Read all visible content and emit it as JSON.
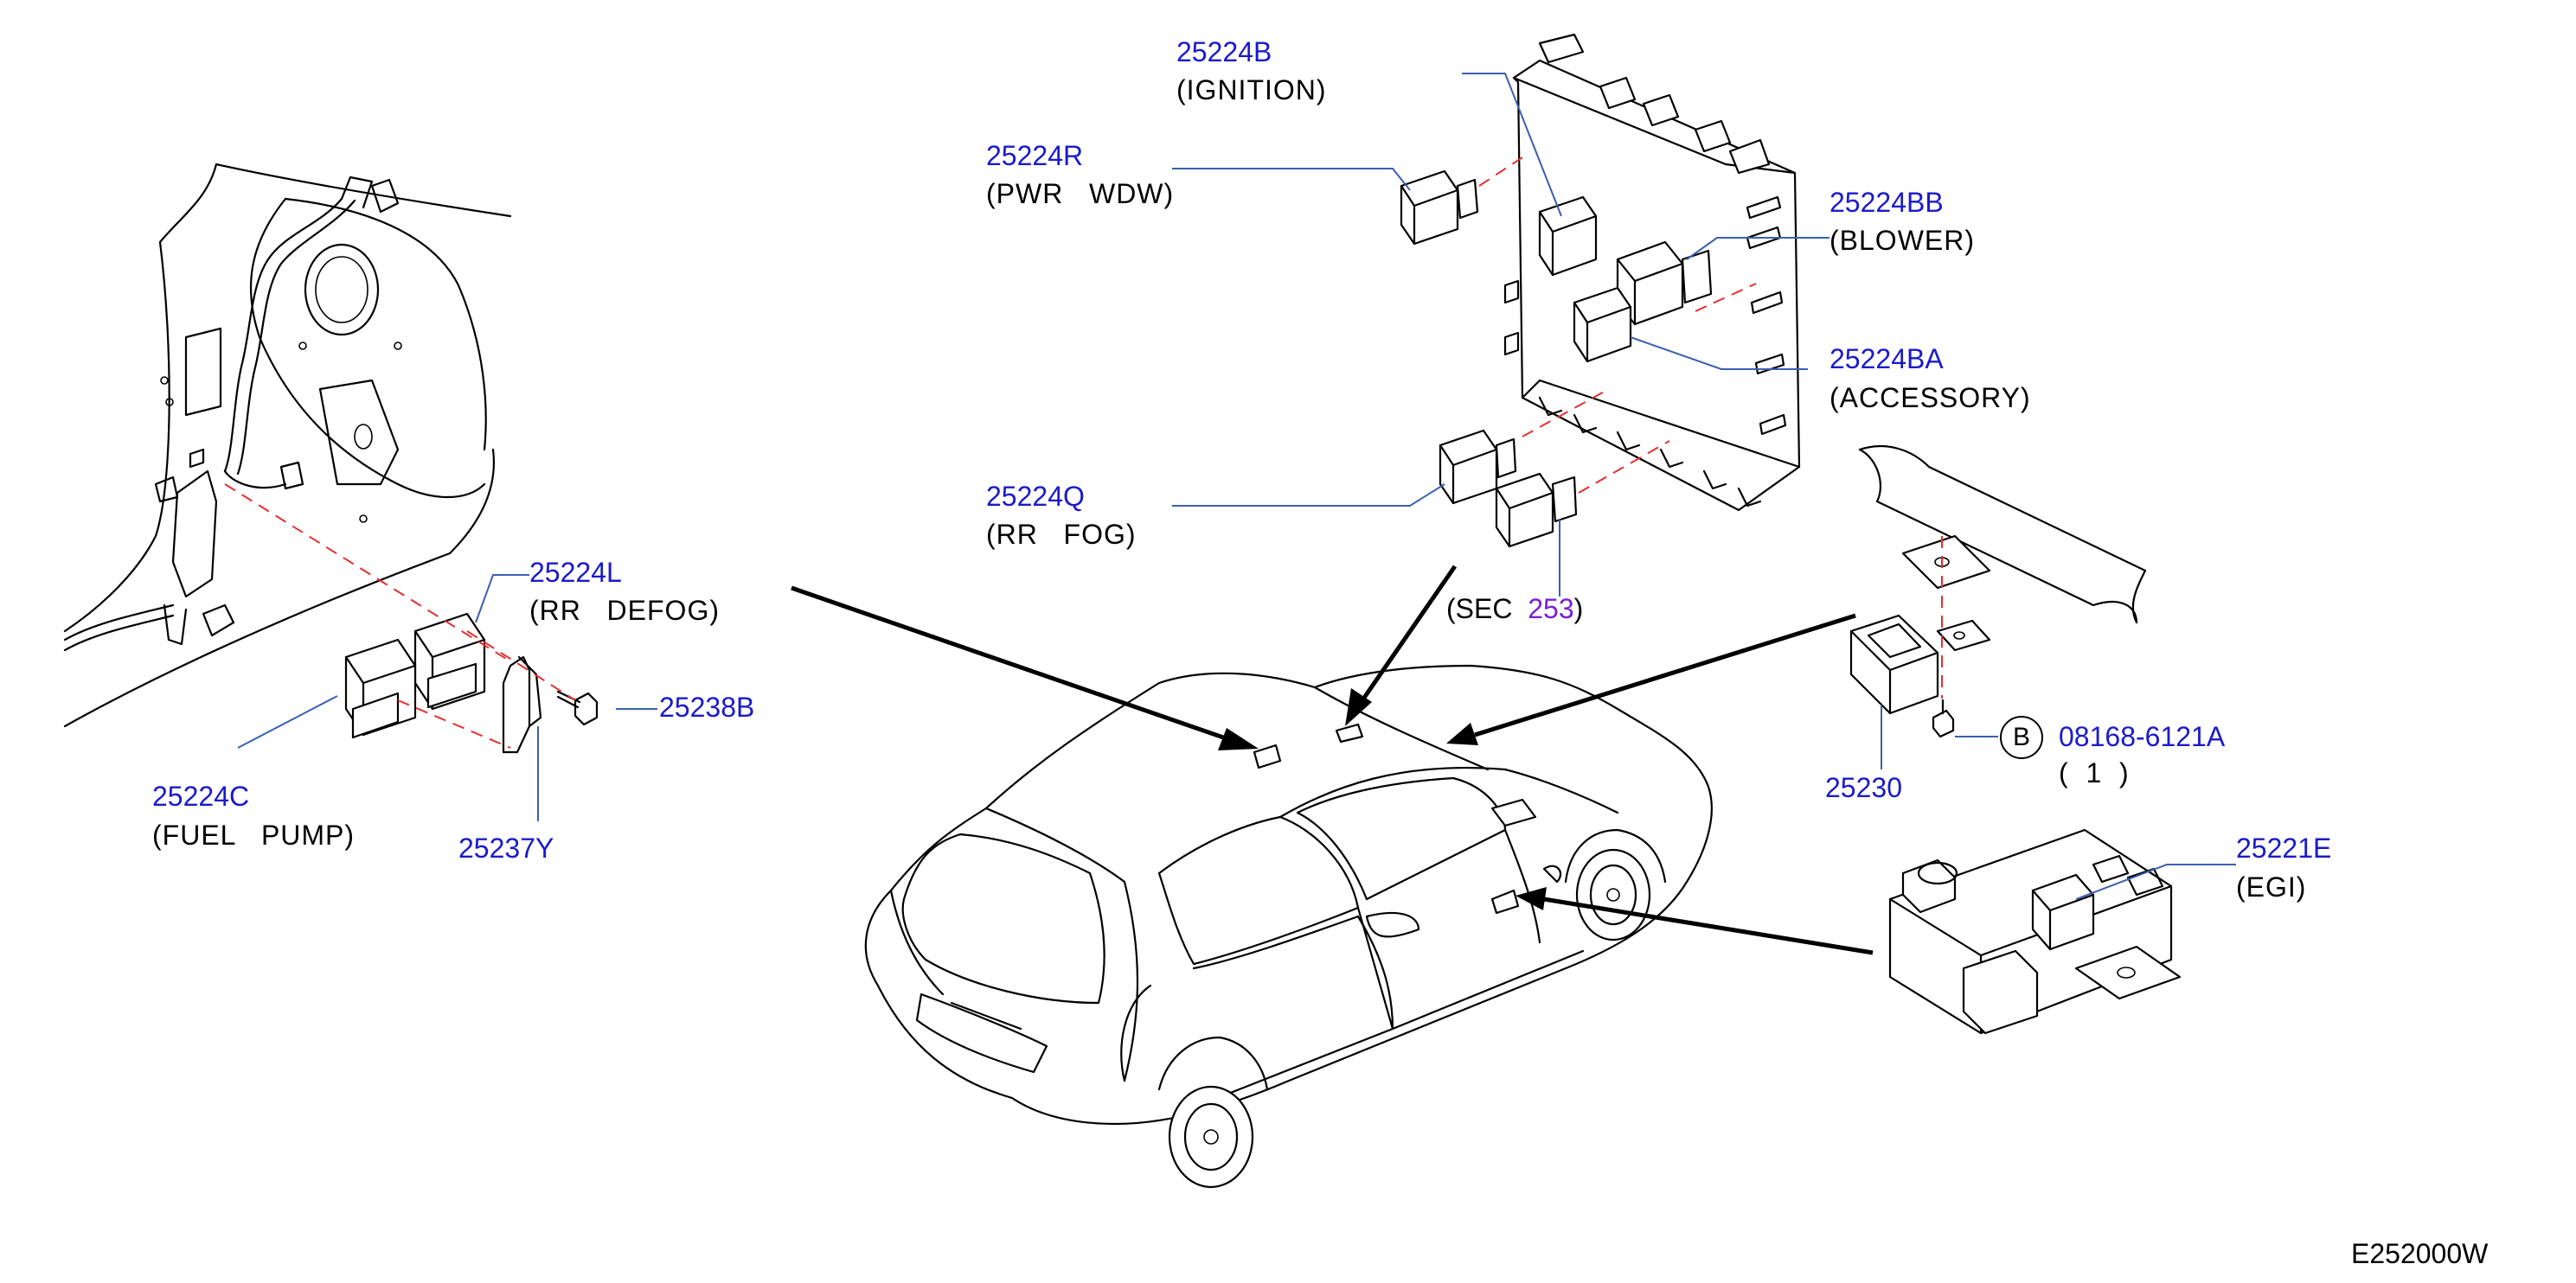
{
  "diagram_id": "E252000W",
  "callouts": [
    {
      "part_number": "25224B",
      "description": "(IGNITION)"
    },
    {
      "part_number": "25224R",
      "description": "(PWR   WDW)"
    },
    {
      "part_number": "25224BB",
      "description": "(BLOWER)"
    },
    {
      "part_number": "25224BA",
      "description": "(ACCESSORY)"
    },
    {
      "part_number": "25224Q",
      "description": "(RR   FOG)"
    },
    {
      "part_number": "25224L",
      "description": "(RR   DEFOG)"
    },
    {
      "part_number": "25238B",
      "description": ""
    },
    {
      "part_number": "25224C",
      "description": "(FUEL   PUMP)"
    },
    {
      "part_number": "25237Y",
      "description": ""
    },
    {
      "part_number": "25230",
      "description": ""
    },
    {
      "part_number": "08168-6121A",
      "description": "(  1  )",
      "circle_letter": "B"
    },
    {
      "part_number": "25221E",
      "description": "(EGI)"
    }
  ],
  "section_ref": {
    "prefix": "(SEC",
    "number": "253",
    "suffix": ")"
  },
  "colors": {
    "part_number": "#1a1acc",
    "section_number": "#7a1fd6",
    "leader": "#3a5fb0",
    "phantom_line": "#e53030"
  }
}
